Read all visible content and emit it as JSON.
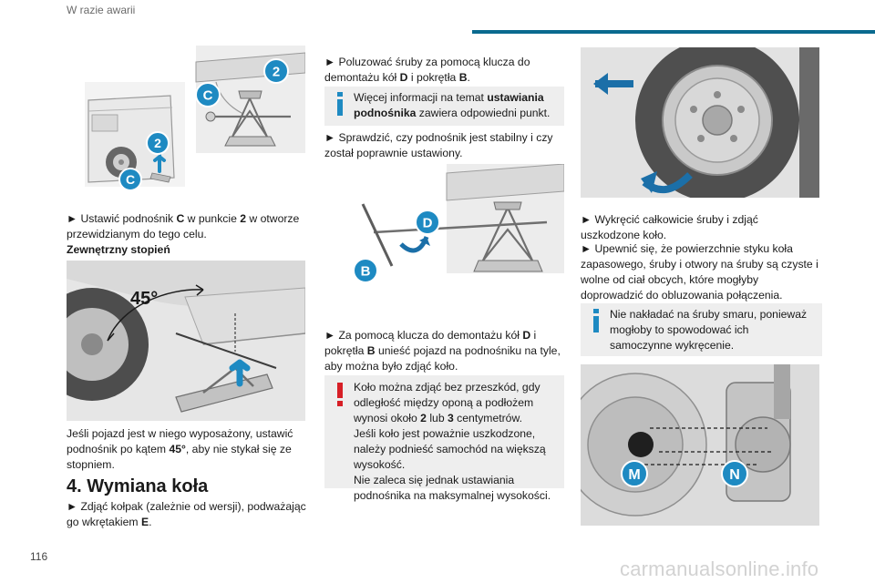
{
  "header": {
    "section": "W razie awarii"
  },
  "page": {
    "number": "116"
  },
  "watermark": "carmanualsonline.info",
  "colors": {
    "accent": "#0a6a8f",
    "marker_blue": "#1e8ac2",
    "warning_red": "#d71f26",
    "arrow_blue": "#1b6fa8",
    "label_blue": "#1f6fae"
  },
  "col1": {
    "fig1": {
      "label_c1": "C",
      "label_2a": "2",
      "label_c2": "C",
      "label_2b": "2"
    },
    "step1": {
      "bullet": "►",
      "t1": " Ustawić podnośnik ",
      "b1": "C",
      "t2": " w punkcie ",
      "b2": "2",
      "t3": " w otworze przewidzianym do tego celu."
    },
    "subheading": "Zewnętrzny stopień",
    "fig2": {
      "angle": "45°"
    },
    "para1": {
      "t1": "Jeśli pojazd jest w niego wyposażony, ustawić podnośnik po kątem ",
      "b1": "45°",
      "t2": ", aby nie stykał się ze stopniem."
    },
    "heading": "4. Wymiana koła",
    "step2": {
      "bullet": "►",
      "t1": " Zdjąć kołpak (zależnie od wersji), podważając go wkrętakiem ",
      "b1": "E",
      "t2": "."
    }
  },
  "col2": {
    "step1": {
      "bullet": "►",
      "t1": " Poluzować śruby za pomocą klucza do demontażu kół ",
      "b1": "D",
      "t2": " i pokrętła ",
      "b2": "B",
      "t3": "."
    },
    "info1": {
      "t1": "Więcej informacji na temat ",
      "b1": "ustawiania podnośnika",
      "t2": " zawiera odpowiedni punkt."
    },
    "step2": {
      "bullet": "►",
      "t1": " Sprawdzić, czy podnośnik jest stabilny i czy został poprawnie ustawiony."
    },
    "fig": {
      "label_d": "D",
      "label_b": "B"
    },
    "step3": {
      "bullet": "►",
      "t1": " Za pomocą klucza do demontażu kół ",
      "b1": "D",
      "t2": " i pokrętła ",
      "b2": "B",
      "t3": " unieść pojazd na podnośniku na tyle, aby można było zdjąć koło."
    },
    "warn1": {
      "l1a": "Koło można zdjąć bez przeszkód, gdy odległość między oponą a podłożem wynosi około ",
      "l1b": "2",
      "l1c": " lub ",
      "l1d": "3",
      "l1e": " centymetrów.",
      "l2": "Jeśli koło jest poważnie uszkodzone, należy podnieść samochód na większą wysokość.",
      "l3": "Nie zaleca się jednak ustawiania podnośnika na maksymalnej wysokości."
    }
  },
  "col3": {
    "step1": {
      "bullet": "►",
      "t1": " Wykręcić całkowicie śruby i zdjąć uszkodzone koło."
    },
    "step2": {
      "bullet": "►",
      "t1": " Upewnić się, że powierzchnie styku koła zapasowego, śruby i otwory na śruby są czyste i wolne od ciał obcych, które mogłyby doprowadzić do obluzowania połączenia."
    },
    "info1": {
      "t1": "Nie nakładać na śruby smaru, ponieważ mogłoby to spowodować ich samoczynne wykręcenie."
    },
    "fig2": {
      "label_m": "M",
      "label_n": "N"
    }
  }
}
